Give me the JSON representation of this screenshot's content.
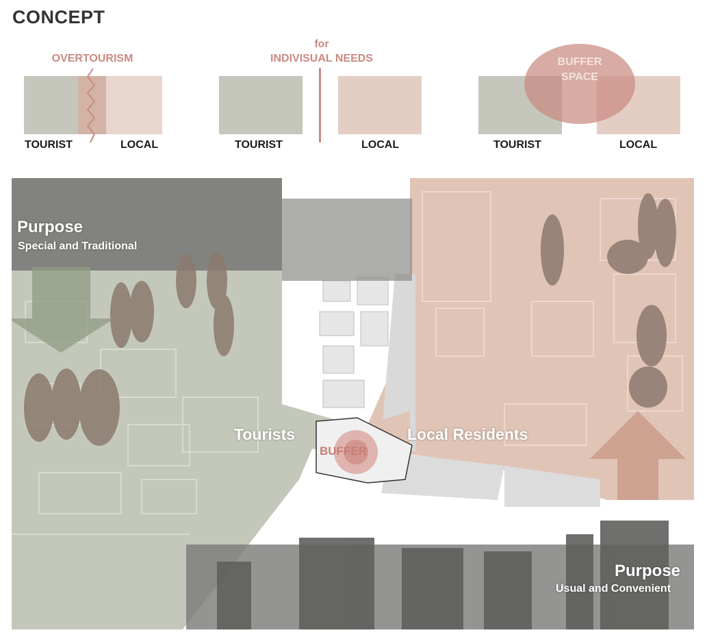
{
  "title": "CONCEPT",
  "concepts": [
    {
      "heading": "OVERTOURISM",
      "left_label": "TOURIST",
      "right_label": "LOCAL"
    },
    {
      "heading_line1": "for",
      "heading_line2": "INDIVISUAL NEEDS",
      "left_label": "TOURIST",
      "right_label": "LOCAL"
    },
    {
      "heading_line1": "BUFFER",
      "heading_line2": "SPACE",
      "left_label": "TOURIST",
      "right_label": "LOCAL"
    }
  ],
  "map": {
    "tourist_purpose_title": "Purpose",
    "tourist_purpose_sub": "Special and Traditional",
    "tourists_label": "Tourists",
    "buffer_label": "BUFFER",
    "locals_label": "Local Residents",
    "local_purpose_title": "Purpose",
    "local_purpose_sub": "Usual and Convenient"
  },
  "colors": {
    "tourist": "#c6c7bc",
    "local": "#e4cec4",
    "accent": "#c98a82",
    "tourist_arrow": "#9aa48c",
    "local_arrow": "#c99c8a"
  }
}
